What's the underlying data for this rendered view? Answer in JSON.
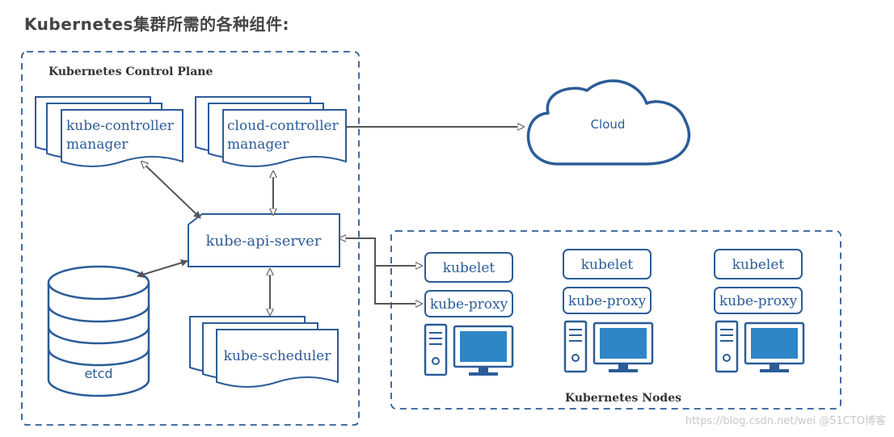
{
  "heading": "Kubernetes集群所需的各种组件:",
  "control_plane": {
    "title": "Kubernetes Control Plane",
    "kube_controller_manager": [
      "kube-controller",
      "manager"
    ],
    "cloud_controller_manager": [
      "cloud-controller",
      "manager"
    ],
    "kube_api_server": "kube-api-server",
    "etcd": "etcd",
    "kube_scheduler": "kube-scheduler"
  },
  "cloud": {
    "label": "Cloud"
  },
  "nodes": {
    "title": "Kubernetes Nodes",
    "items": [
      {
        "kubelet": "kubelet",
        "kube_proxy": "kube-proxy"
      },
      {
        "kubelet": "kubelet",
        "kube_proxy": "kube-proxy"
      },
      {
        "kubelet": "kubelet",
        "kube_proxy": "kube-proxy"
      }
    ]
  },
  "watermark": "https://blog.csdn.net/wei @51CTO博客",
  "colors": {
    "primary": "#2b5c98",
    "screen": "#2f86c6",
    "text_dark": "#333333"
  }
}
